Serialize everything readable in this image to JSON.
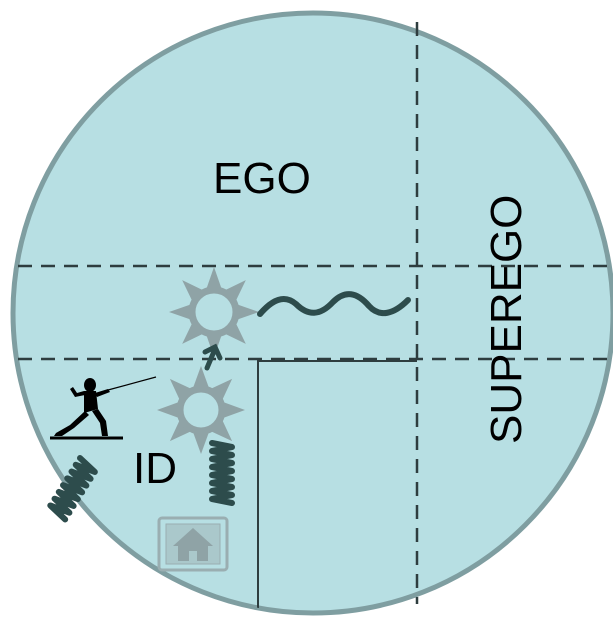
{
  "labels": {
    "ego": "EGO",
    "superego": "SUPEREGO",
    "id": "ID"
  },
  "icons": {
    "fencer": "fencer-icon",
    "home": "home-icon",
    "sun_upper": "sun-icon",
    "sun_lower": "sun-icon",
    "wave": "wave-line",
    "spring_left": "spring-icon",
    "spring_right": "spring-icon",
    "arrow": "up-arrow-icon"
  },
  "colors": {
    "circle_fill": "#b7dfe3",
    "circle_stroke": "#7f9ea1",
    "dashed_line": "#2e3d3f",
    "solid_line": "#2e3d3f",
    "sun": "#8fa3a6",
    "wave": "#2d4c4c",
    "spring": "#2d4c4c",
    "home": "#9aaeb1"
  }
}
